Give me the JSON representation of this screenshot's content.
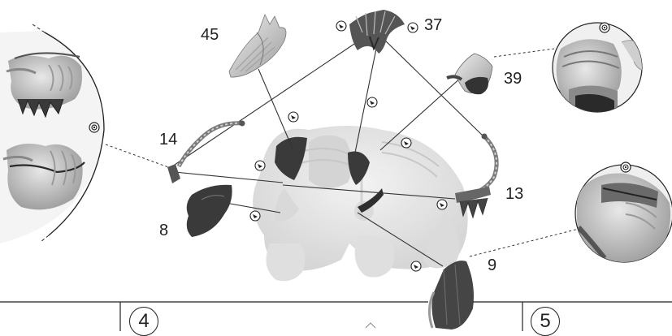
{
  "part_numbers": {
    "p45": "45",
    "p37": "37",
    "p39": "39",
    "p14": "14",
    "p13": "13",
    "p8": "8",
    "p9": "9"
  },
  "steps": {
    "next_step_a": "4",
    "next_step_b": "5"
  },
  "colors": {
    "line": "#333333",
    "part_dark": "#3a3a3a",
    "part_mid": "#8a8a8a",
    "part_light": "#d4d4d4",
    "ghost": "#e6e6e6"
  },
  "icons": [
    "glue-icon",
    "rotate-view-icon"
  ]
}
